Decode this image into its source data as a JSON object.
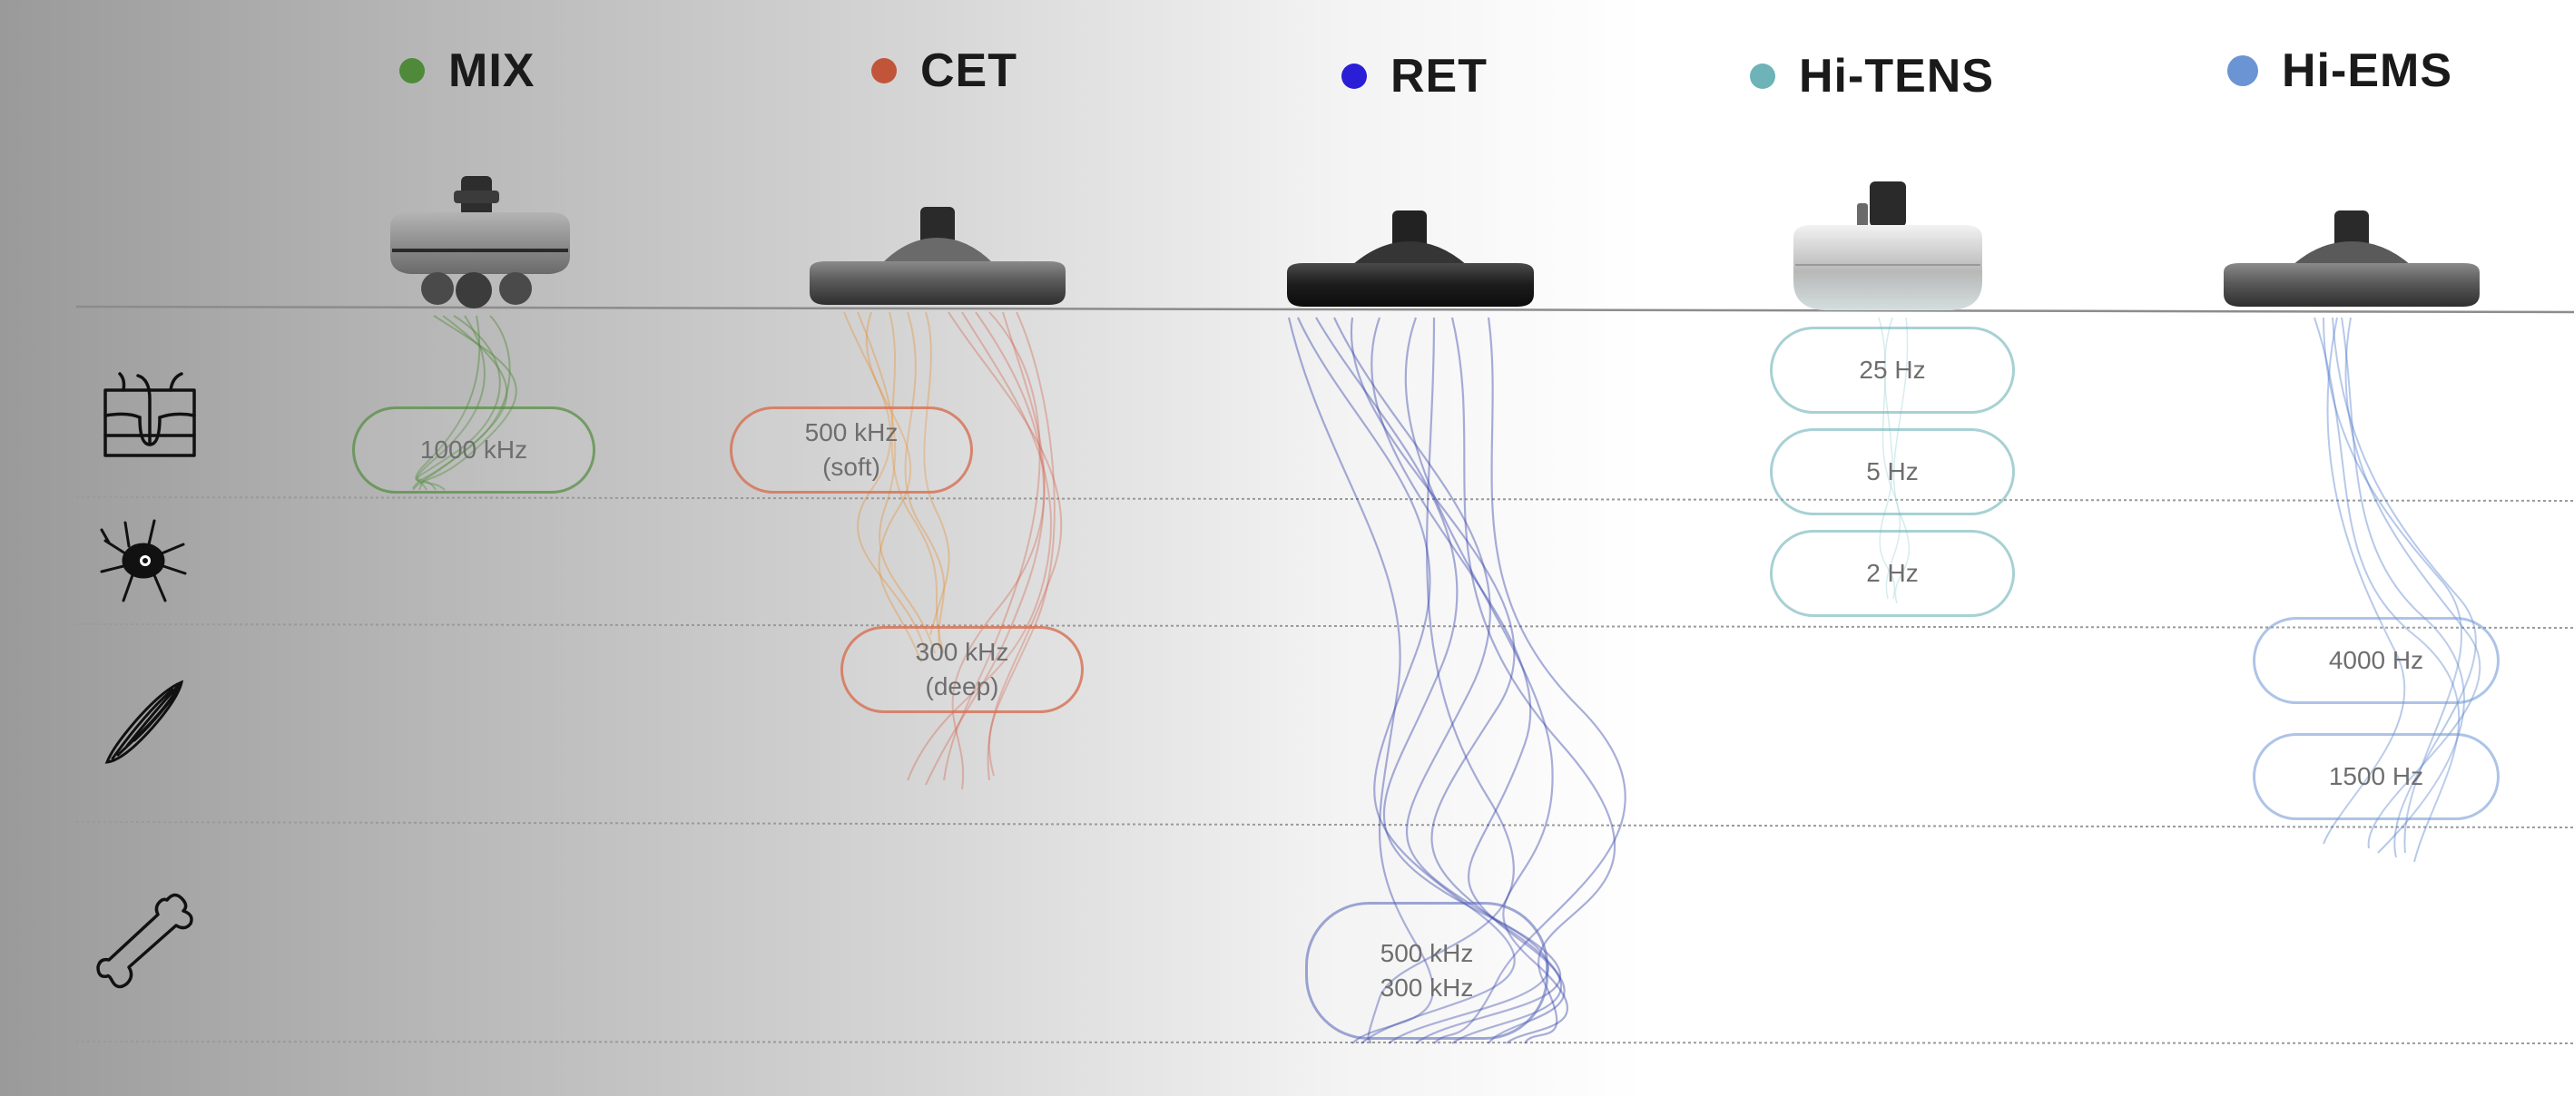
{
  "modes": [
    {
      "name": "MIX",
      "color": "#4f8a3a"
    },
    {
      "name": "CET",
      "color": "#c0553a"
    },
    {
      "name": "RET",
      "color": "#2a1fd6"
    },
    {
      "name": "Hi-TENS",
      "color": "#6db3b8"
    },
    {
      "name": "Hi-EMS",
      "color": "#6a94d4"
    }
  ],
  "tissue_rows": [
    {
      "icon": "skin-layers-icon"
    },
    {
      "icon": "neuron-icon"
    },
    {
      "icon": "muscle-icon"
    },
    {
      "icon": "bone-icon"
    }
  ],
  "frequency_labels": [
    {
      "mode": "MIX",
      "lines": [
        "1000 kHz"
      ]
    },
    {
      "mode": "CET",
      "lines": [
        "500 kHz",
        "(soft)"
      ]
    },
    {
      "mode": "CET",
      "lines": [
        "300 kHz",
        "(deep)"
      ]
    },
    {
      "mode": "RET",
      "lines": [
        "500 kHz",
        "300 kHz"
      ]
    },
    {
      "mode": "Hi-TENS",
      "lines": [
        "25 Hz"
      ]
    },
    {
      "mode": "Hi-TENS",
      "lines": [
        "5 Hz"
      ]
    },
    {
      "mode": "Hi-TENS",
      "lines": [
        "2 Hz"
      ]
    },
    {
      "mode": "Hi-EMS",
      "lines": [
        "4000 Hz"
      ]
    },
    {
      "mode": "Hi-EMS",
      "lines": [
        "1500 Hz"
      ]
    }
  ]
}
